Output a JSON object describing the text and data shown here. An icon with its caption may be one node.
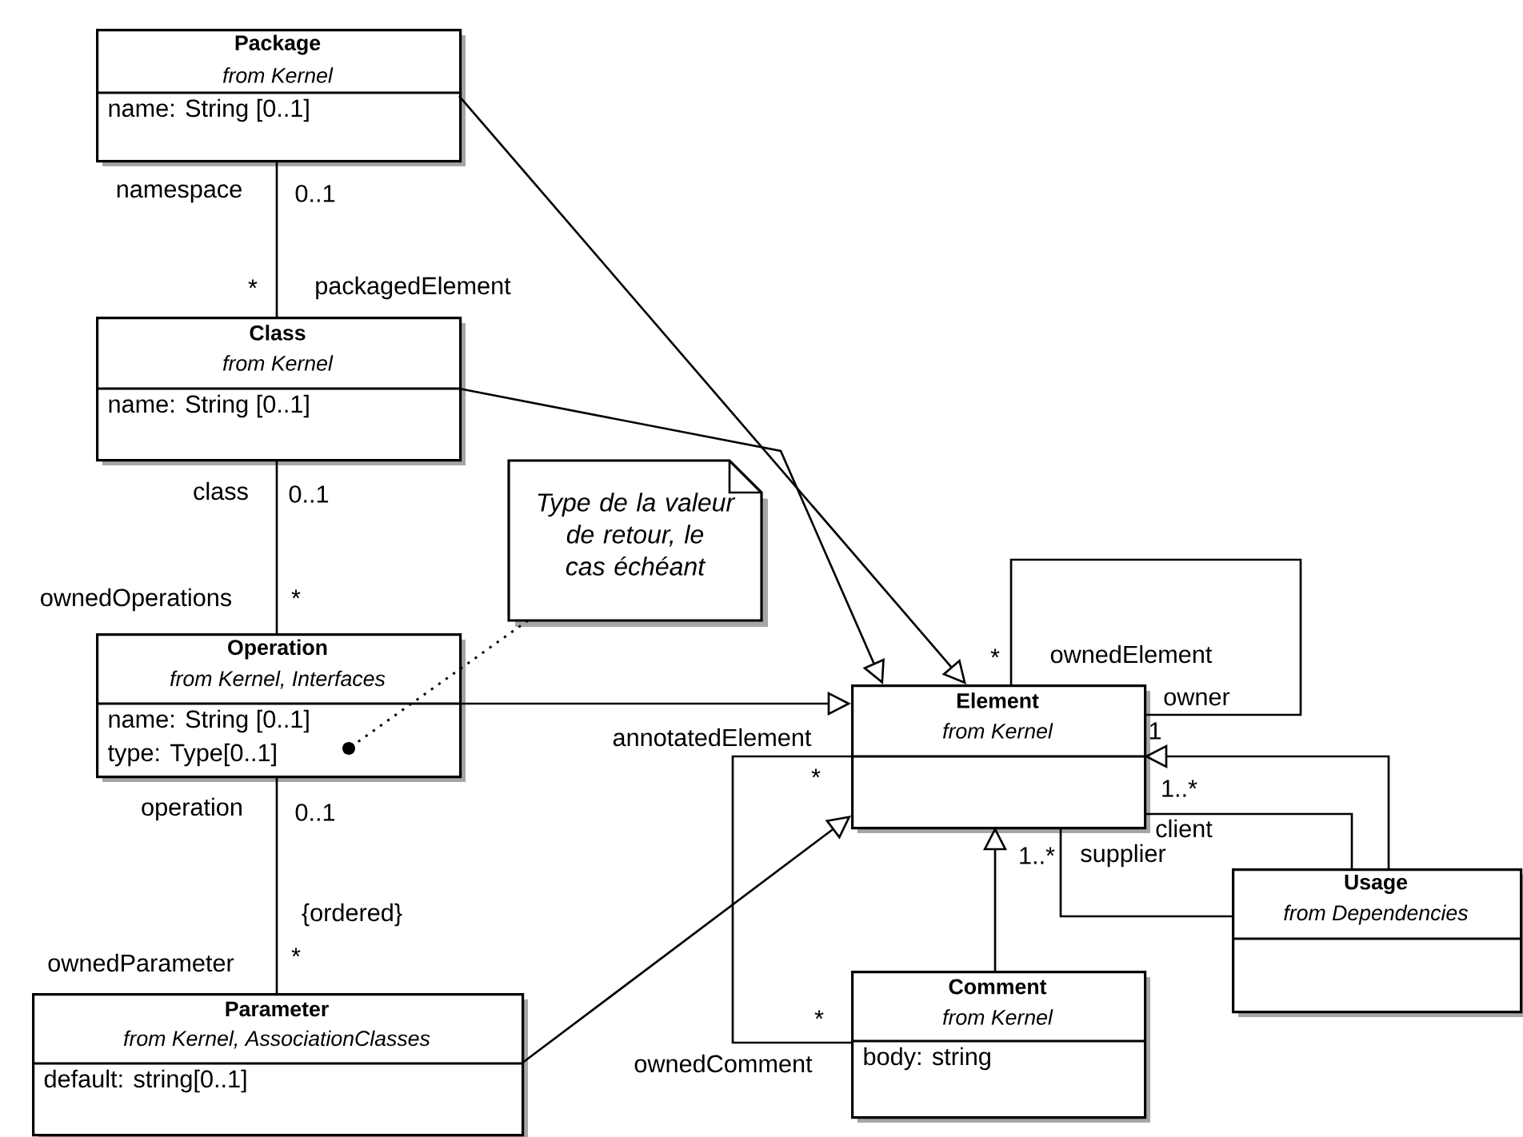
{
  "diagram": {
    "nodes": [
      {
        "text": [
          "Package",
          "from Kernel",
          "name: String [0..1]"
        ]
      },
      {
        "text": [
          "Class",
          "from Kernel",
          "name: String [0..1]"
        ]
      },
      {
        "text": [
          "Type de la valeur de retour, le cas échéant"
        ]
      },
      {
        "text": [
          "Operation",
          "from Kernel, Interfaces",
          "name: String [0..1]",
          "type: Type[0..1]"
        ]
      },
      {
        "text": [
          "Parameter",
          "from Kernel, AssociationClasses",
          "default: string[0..1]"
        ]
      },
      {
        "text": [
          "Element",
          "from Kernel"
        ]
      },
      {
        "text": [
          "Comment",
          "from Kernel",
          "body: string"
        ]
      },
      {
        "text": [
          "Usage",
          "from Dependencies"
        ]
      }
    ],
    "edges": [
      {
        "from": 0,
        "to": 1,
        "arrow": "none"
      },
      {
        "from": 0,
        "to": 5,
        "arrow": "to"
      },
      {
        "from": 1,
        "to": 5,
        "arrow": "to"
      },
      {
        "from": 1,
        "to": 3,
        "arrow": "none"
      },
      {
        "from": 3,
        "to": 5,
        "arrow": "to"
      },
      {
        "from": 2,
        "to": 3,
        "arrow": "other",
        "style": "dashed"
      },
      {
        "from": 5,
        "to": 5,
        "arrow": "none"
      },
      {
        "from": 3,
        "to": 4,
        "arrow": "none"
      },
      {
        "from": 5,
        "to": 6,
        "arrow": "none"
      },
      {
        "from": 4,
        "to": 5,
        "arrow": "to"
      },
      {
        "from": 6,
        "to": 5,
        "arrow": "to"
      },
      {
        "from": 7,
        "to": 5,
        "arrow": "to"
      },
      {
        "from": 7,
        "to": 5,
        "arrow": "none"
      },
      {
        "from": 7,
        "to": 5,
        "arrow": "none"
      }
    ],
    "labels": [
      "namespace",
      "0..1",
      "*",
      "packagedElement",
      "class",
      "0..1",
      "ownedOperations",
      "*",
      "*",
      "ownedElement",
      "owner",
      "annotatedElement",
      "1",
      "*",
      "1..*",
      "operation",
      "0..1",
      "client",
      "1..*",
      "supplier",
      "{ordered}",
      "ownedParameter",
      "*",
      "*",
      "ownedComment"
    ]
  }
}
